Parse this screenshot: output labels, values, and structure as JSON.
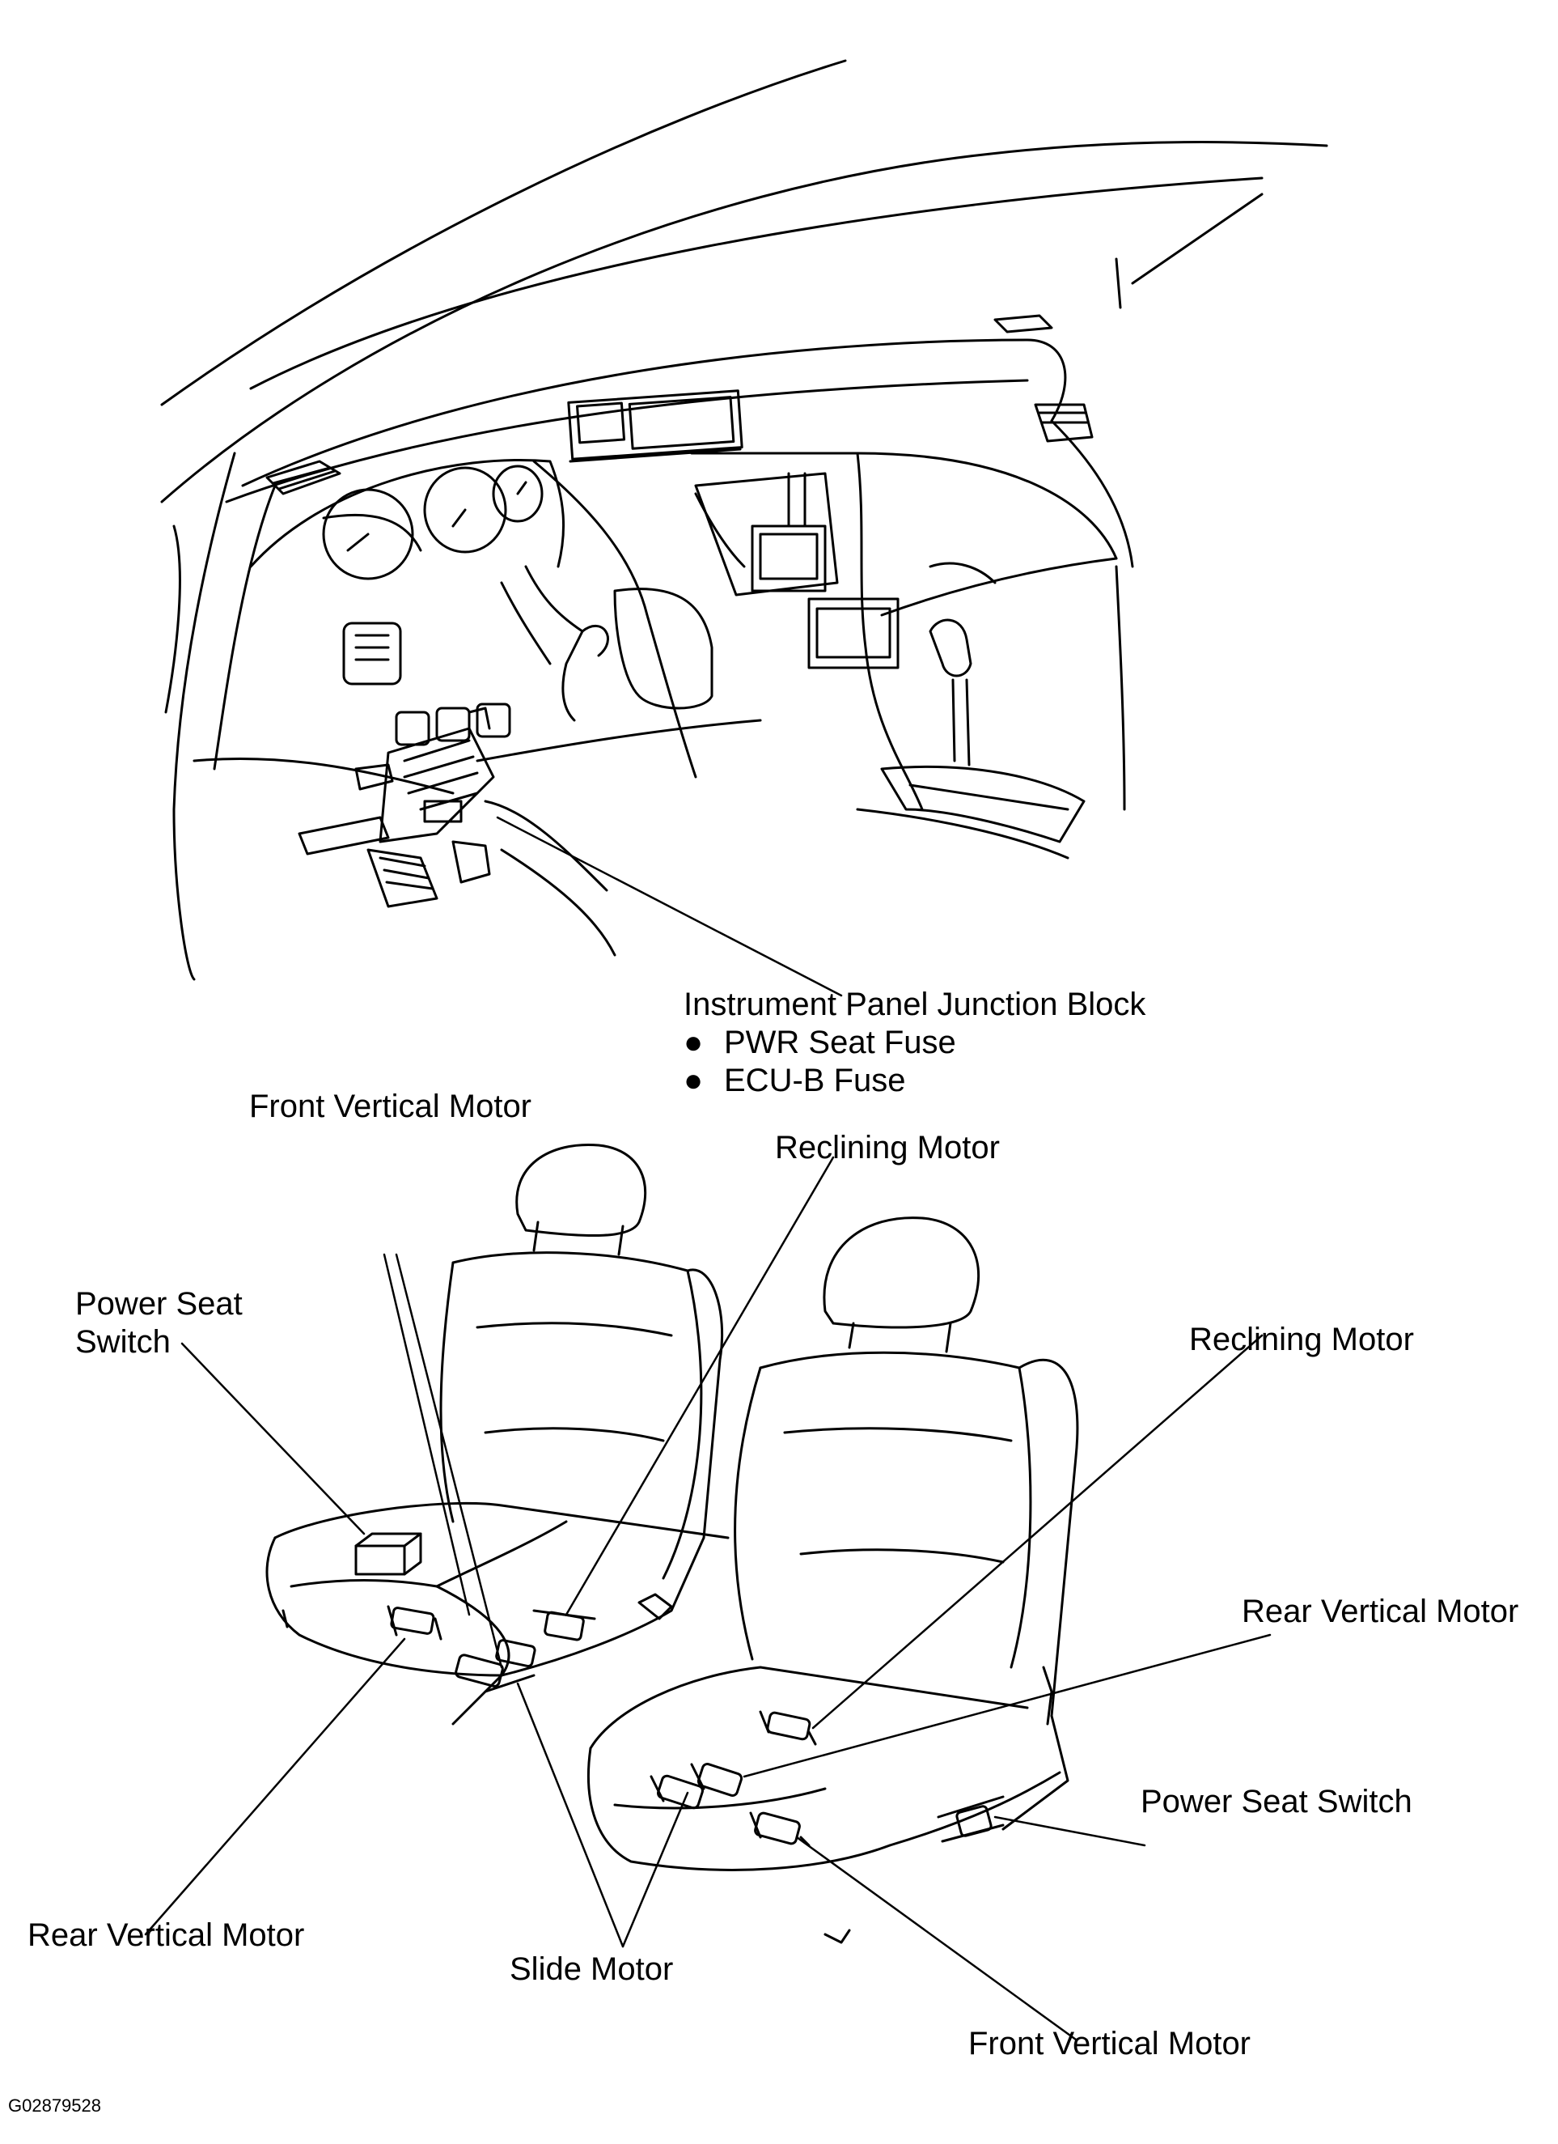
{
  "colors": {
    "ink": "#000000",
    "paper": "#ffffff"
  },
  "labels": {
    "junction_block": {
      "title": "Instrument Panel Junction Block",
      "items": [
        "PWR Seat Fuse",
        "ECU-B Fuse"
      ],
      "bullet": "●"
    },
    "front_vertical_motor_left": "Front Vertical Motor",
    "reclining_motor_left": "Reclining Motor",
    "power_seat_switch_left": [
      "Power Seat",
      "Switch"
    ],
    "reclining_motor_right": "Reclining Motor",
    "rear_vertical_motor_right": "Rear Vertical Motor",
    "power_seat_switch_right": "Power Seat Switch",
    "rear_vertical_motor_left": "Rear Vertical Motor",
    "slide_motor": "Slide Motor",
    "front_vertical_motor_right": "Front Vertical Motor"
  },
  "figure_id": "G02879528"
}
